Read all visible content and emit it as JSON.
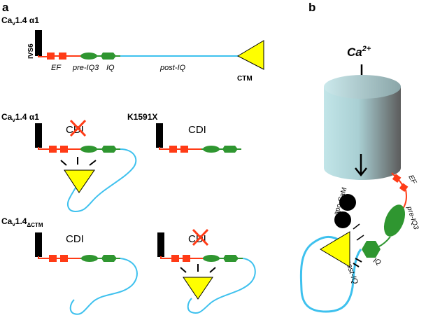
{
  "panel_a": {
    "letter": "a",
    "row1": {
      "title_main": "Ca",
      "title_sub": "v",
      "title_rest": "1.4 α1",
      "ivs_label": "IVS6",
      "ef_label": "EF",
      "preiq3_label": "pre-IQ3",
      "iq_label": "IQ",
      "postiq_label": "post-IQ",
      "ctm_label": "CTM"
    },
    "row2": {
      "title_main": "Ca",
      "title_sub": "v",
      "title_rest": "1.4 α1",
      "cdi_left": "CDI",
      "mutant_label": "K1591X",
      "cdi_right": "CDI"
    },
    "row3": {
      "title_main": "Ca",
      "title_sub": "v",
      "title_rest": "1.4",
      "title_sub2": "ΔCTM",
      "cdi_left": "CDI",
      "cdi_right": "CDI"
    }
  },
  "panel_b": {
    "letter": "b",
    "ca_main": "Ca",
    "ca_sup": "2+",
    "apocam_label": "apo-CaM",
    "ef_label": "EF",
    "preiq3_label": "pre-IQ3",
    "iq_label": "IQ",
    "postiq_label": "post-IQ"
  },
  "colors": {
    "ef_red": "#ff3b16",
    "green": "#2f9630",
    "blue_tail": "#3ec1ee",
    "ctm_yellow": "#ffff00",
    "black": "#000000",
    "cylinder_light": "#bfe3e6",
    "cylinder_dark": "#606060"
  }
}
